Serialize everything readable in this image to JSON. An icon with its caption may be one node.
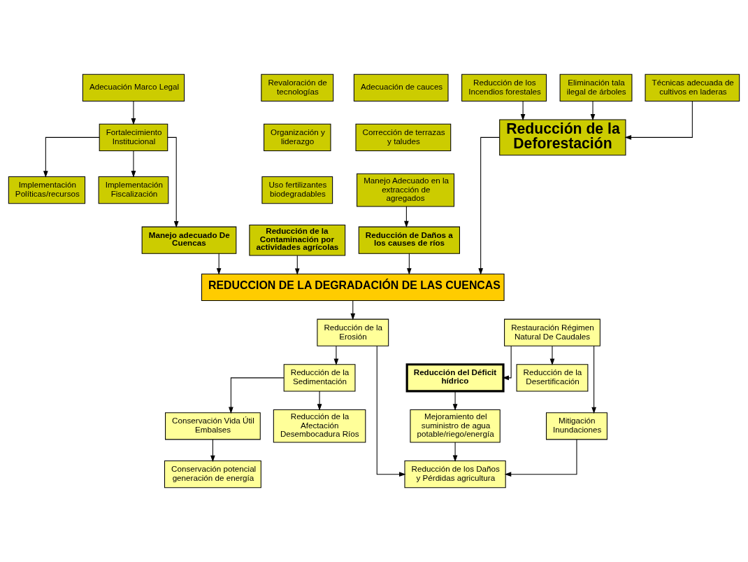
{
  "diagram": {
    "nodes": [
      {
        "text": [
          "Adecuación Marco Legal"
        ]
      },
      {
        "text": [
          "Fortalecimiento Institucional"
        ]
      },
      {
        "text": [
          "Implementación Políticas/recursos"
        ]
      },
      {
        "text": [
          "Implementación Fiscalización"
        ]
      },
      {
        "text": [
          "Manejo adecuado De Cuencas"
        ]
      },
      {
        "text": [
          "Revaloración de tecnologías"
        ]
      },
      {
        "text": [
          "Organización y liderazgo"
        ]
      },
      {
        "text": [
          "Uso fertilizantes biodegradables"
        ]
      },
      {
        "text": [
          "Reducción de la Contaminación por actividades agrícolas"
        ]
      },
      {
        "text": [
          "Adecuación de cauces"
        ]
      },
      {
        "text": [
          "Corrección de terrazas y taludes"
        ]
      },
      {
        "text": [
          "Manejo Adecuado en la extracción de agregados"
        ]
      },
      {
        "text": [
          "Reducción de Daños a los causes de ríos"
        ]
      },
      {
        "text": [
          "Reducción de los Incendios forestales"
        ]
      },
      {
        "text": [
          "Eliminación tala ilegal de árboles"
        ]
      },
      {
        "text": [
          "Técnicas adecuada de cultivos en laderas"
        ]
      },
      {
        "text": [
          "Reducción de la Deforestación"
        ]
      },
      {
        "text": [
          "REDUCCION DE LA DEGRADACIÓN DE LAS CUENCAS"
        ]
      },
      {
        "text": [
          "Restauración Régimen Natural De Caudales"
        ]
      },
      {
        "text": [
          "Reducción de la Erosión"
        ]
      },
      {
        "text": [
          "Reducción del Déficit hídrico"
        ]
      },
      {
        "text": [
          "Reducción de la Sedimentación"
        ]
      },
      {
        "text": [
          "Reducción de la Desertificación"
        ]
      },
      {
        "text": [
          "Mitigación Inundaciones"
        ]
      },
      {
        "text": [
          "Conservación Vida Útil Embalses"
        ]
      },
      {
        "text": [
          "Mejoramiento del suministro de agua potable/riego/energía"
        ]
      },
      {
        "text": [
          "Conservación potencial generación de energía"
        ]
      },
      {
        "text": [
          "Reducción de los Daños y Pérdidas agricultura"
        ]
      },
      {
        "text": [
          "Reducción de la Afectación Desembocadura Ríos"
        ]
      }
    ],
    "edges": [
      {
        "from": 0,
        "to": 1,
        "arrow": "to"
      },
      {
        "from": 1,
        "to": 2,
        "arrow": "to"
      },
      {
        "from": 1,
        "to": 3,
        "arrow": "to"
      },
      {
        "from": 1,
        "to": 4,
        "arrow": "to"
      },
      {
        "from": 11,
        "to": 12,
        "arrow": "to"
      },
      {
        "from": 13,
        "to": 16,
        "arrow": "to"
      },
      {
        "from": 14,
        "to": 16,
        "arrow": "to"
      },
      {
        "from": 15,
        "to": 16,
        "arrow": "to"
      },
      {
        "from": 4,
        "to": 17,
        "arrow": "to"
      },
      {
        "from": 8,
        "to": 17,
        "arrow": "to"
      },
      {
        "from": 12,
        "to": 17,
        "arrow": "to"
      },
      {
        "from": 16,
        "to": 17,
        "arrow": "to"
      },
      {
        "from": 17,
        "to": 19,
        "arrow": "to"
      },
      {
        "from": 18,
        "to": 20,
        "arrow": "to"
      },
      {
        "from": 18,
        "to": 22,
        "arrow": "to"
      },
      {
        "from": 18,
        "to": 23,
        "arrow": "to"
      },
      {
        "from": 19,
        "to": 21,
        "arrow": "to"
      },
      {
        "from": 20,
        "to": 25,
        "arrow": "to"
      },
      {
        "from": 23,
        "to": 27,
        "arrow": "to"
      },
      {
        "from": 25,
        "to": 27,
        "arrow": "to"
      },
      {
        "from": 19,
        "to": 27,
        "arrow": "to"
      },
      {
        "from": 21,
        "to": 28,
        "arrow": "to"
      },
      {
        "from": 21,
        "to": 24,
        "arrow": "to"
      },
      {
        "from": 24,
        "to": 26,
        "arrow": "to"
      }
    ]
  }
}
